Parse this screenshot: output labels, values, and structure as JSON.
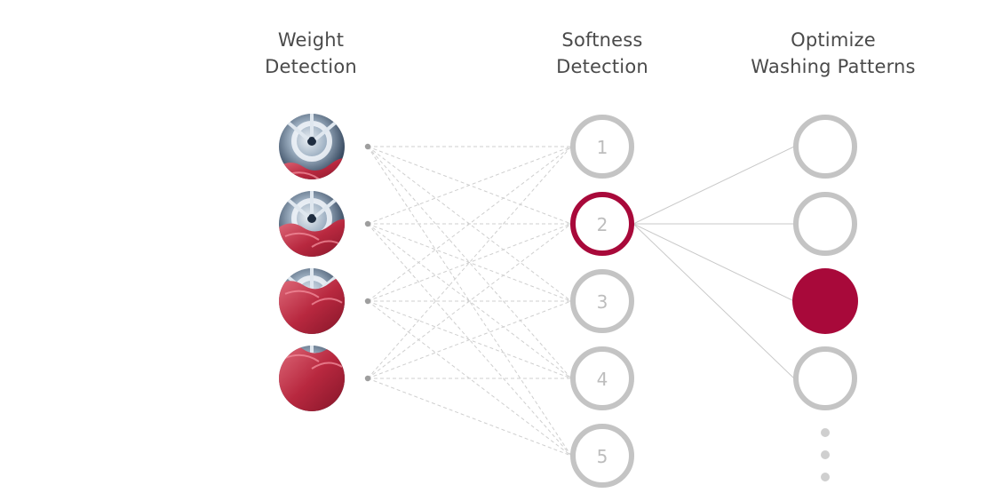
{
  "columns": {
    "weight": {
      "line1": "Weight",
      "line2": "Detection"
    },
    "softness": {
      "line1": "Softness",
      "line2": "Detection"
    },
    "optimize": {
      "line1": "Optimize",
      "line2": "Washing Patterns"
    }
  },
  "weight_nodes": [
    {
      "icon": "drum-laundry-low-icon",
      "fill_level": 0.25
    },
    {
      "icon": "drum-laundry-medium-icon",
      "fill_level": 0.5
    },
    {
      "icon": "drum-laundry-high-icon",
      "fill_level": 0.8
    },
    {
      "icon": "drum-laundry-full-icon",
      "fill_level": 1.0
    }
  ],
  "softness_nodes": [
    "1",
    "2",
    "3",
    "4",
    "5"
  ],
  "softness_selected_index": 1,
  "pattern_nodes_count": 4,
  "pattern_selected_index": 2,
  "colors": {
    "accent": "#a8093a",
    "ring": "#c4c4c4",
    "line": "#c9c9c9",
    "text": "#4a4a4a",
    "drum_metal": "#8fa3b8",
    "cloth": "#c0384f"
  }
}
